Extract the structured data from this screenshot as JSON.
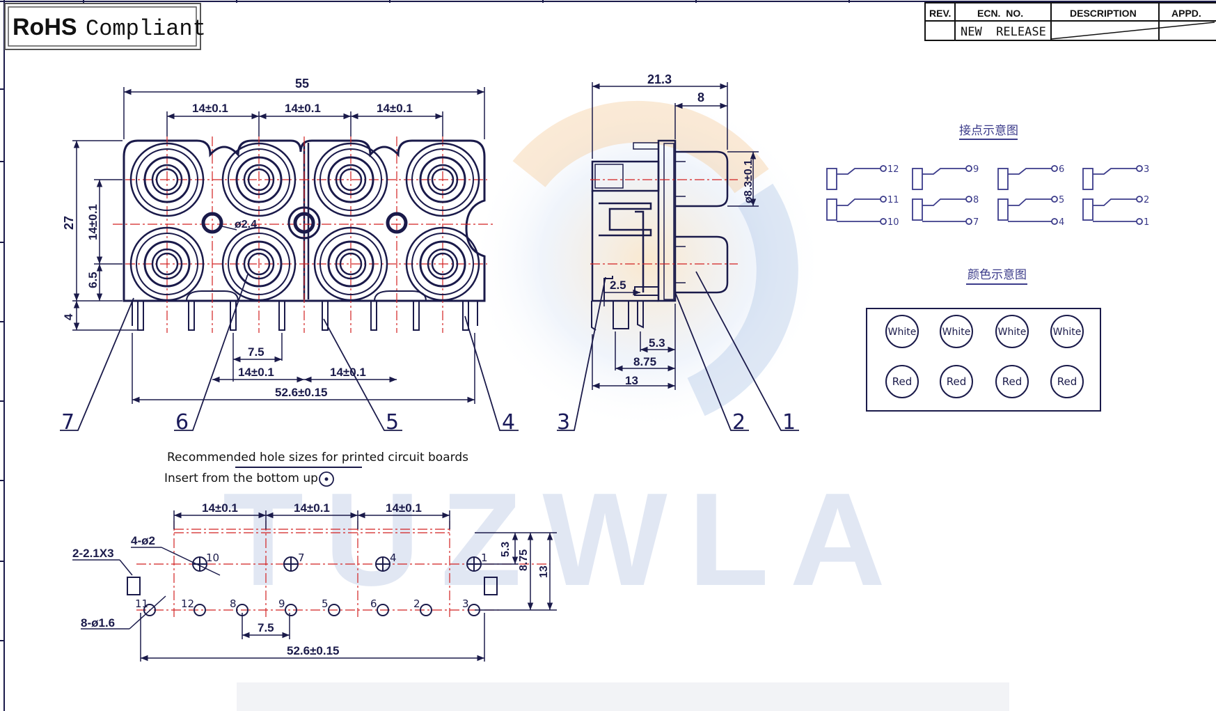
{
  "badge": {
    "rohs": "RoHS",
    "compliant": "Compliant"
  },
  "title_block": {
    "headers": [
      "REV.",
      "ECN.  NO.",
      "DESCRIPTION",
      "APPD."
    ],
    "row": [
      "",
      "NEW  RELEASE",
      "",
      ""
    ]
  },
  "front_view": {
    "overall_width": "55",
    "pitch_top": [
      "14±0.1",
      "14±0.1",
      "14±0.1"
    ],
    "height": "27",
    "row_pitch": "14±0.1",
    "lower_offset": "6.5",
    "pin_depth": "4",
    "hole_dia": "ø2.4",
    "pin_spacing": "7.5",
    "pitch_bottom": [
      "14±0.1",
      "14±0.1"
    ],
    "pin_span": "52.6±0.15"
  },
  "side_view": {
    "depth": "21.3",
    "plug_len": "8",
    "plug_dia": "ø8.3±0.1",
    "pin_a": "2.5",
    "pin_b": "5.3",
    "pin_c": "8.75",
    "base": "13"
  },
  "callouts": [
    "7",
    "6",
    "5",
    "4",
    "3",
    "2",
    "1"
  ],
  "contact_diagram": {
    "title": "接点示意图",
    "groups": [
      {
        "pins": [
          "12",
          "11",
          "10"
        ]
      },
      {
        "pins": [
          "9",
          "8",
          "7"
        ]
      },
      {
        "pins": [
          "6",
          "5",
          "4"
        ]
      },
      {
        "pins": [
          "3",
          "2",
          "1"
        ]
      }
    ]
  },
  "color_diagram": {
    "title": "颜色示意图",
    "top_row": [
      "White",
      "White",
      "White",
      "White"
    ],
    "bottom_row": [
      "Red",
      "Red",
      "Red",
      "Red"
    ]
  },
  "pcb": {
    "title": "Recommended hole sizes for printed circuit boards",
    "subtitle": "Insert from the bottom up",
    "pitch_top": [
      "14±0.1",
      "14±0.1",
      "14±0.1"
    ],
    "slot_label": "2-2.1X3",
    "hole_label_a": "4-ø2",
    "hole_label_b": "8-ø1.6",
    "top_pins": [
      "10",
      "7",
      "4",
      "1"
    ],
    "bottom_pins": [
      "11",
      "12",
      "8",
      "9",
      "5",
      "6",
      "2",
      "3"
    ],
    "dim_a": "5.3",
    "dim_b": "8.75",
    "dim_c": "13",
    "pin_spacing": "7.5",
    "span": "52.6±0.15"
  },
  "watermark": "TUZWLA",
  "colors": {
    "line": "#1a1a4a",
    "center": "#d22020",
    "watermark": "#c9d3ea"
  }
}
